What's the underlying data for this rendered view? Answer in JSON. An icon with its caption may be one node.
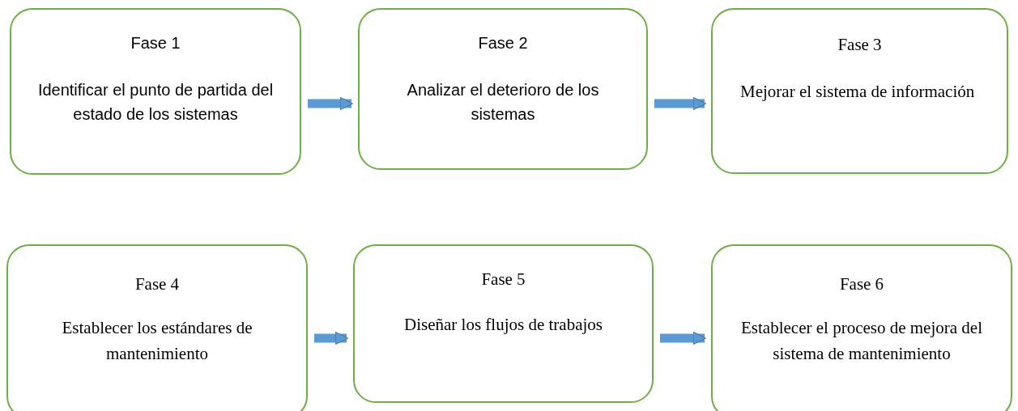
{
  "diagram": {
    "nodes": [
      {
        "text": [
          "Fase 1",
          "Identificar el punto de partida del estado de los sistemas"
        ]
      },
      {
        "text": [
          "Fase 2",
          "Analizar el deterioro de los sistemas"
        ]
      },
      {
        "text": [
          "Fase 3",
          "Mejorar el sistema de información"
        ]
      },
      {
        "text": [
          "Fase 4",
          "Establecer los estándares de mantenimiento"
        ]
      },
      {
        "text": [
          "Fase 5",
          "Diseñar los flujos de trabajos"
        ]
      },
      {
        "text": [
          "Fase 6",
          "Establecer el proceso de mejora del sistema de mantenimiento"
        ]
      }
    ],
    "edges": [
      {
        "from": 0,
        "to": 1,
        "arrow": "to"
      },
      {
        "from": 1,
        "to": 2,
        "arrow": "to"
      },
      {
        "from": 3,
        "to": 4,
        "arrow": "to"
      },
      {
        "from": 4,
        "to": 5,
        "arrow": "to"
      }
    ]
  }
}
